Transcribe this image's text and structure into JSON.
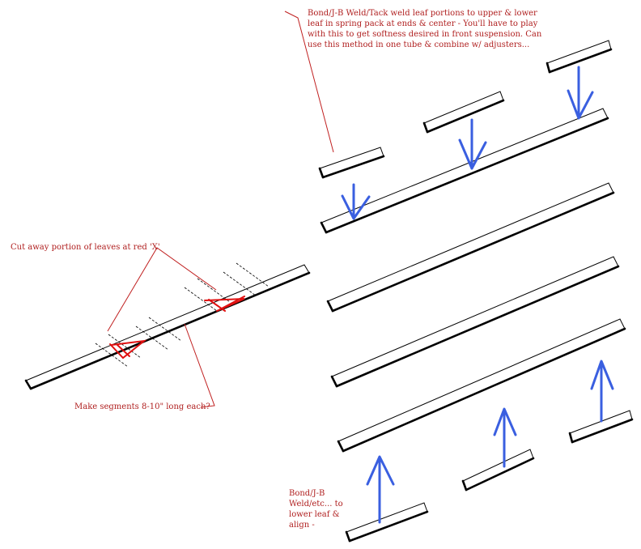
{
  "notes": {
    "top": "Bond/J-B Weld/Tack weld leaf portions to upper & lower leaf in spring pack at ends & center - You'll have to play with this to get softness desired in front suspension. Can use this method in one tube & combine w/ adjusters...",
    "cut": "Cut away portion of leaves at red 'X'",
    "segments": "Make segments 8-10\" long each?",
    "bottom": "Bond/J-B Weld/etc... to lower leaf & align -"
  },
  "colors": {
    "annotation": "#b02020",
    "cut_mark": "#e01010",
    "arrow": "#3a5fe0",
    "outline": "#000000"
  }
}
